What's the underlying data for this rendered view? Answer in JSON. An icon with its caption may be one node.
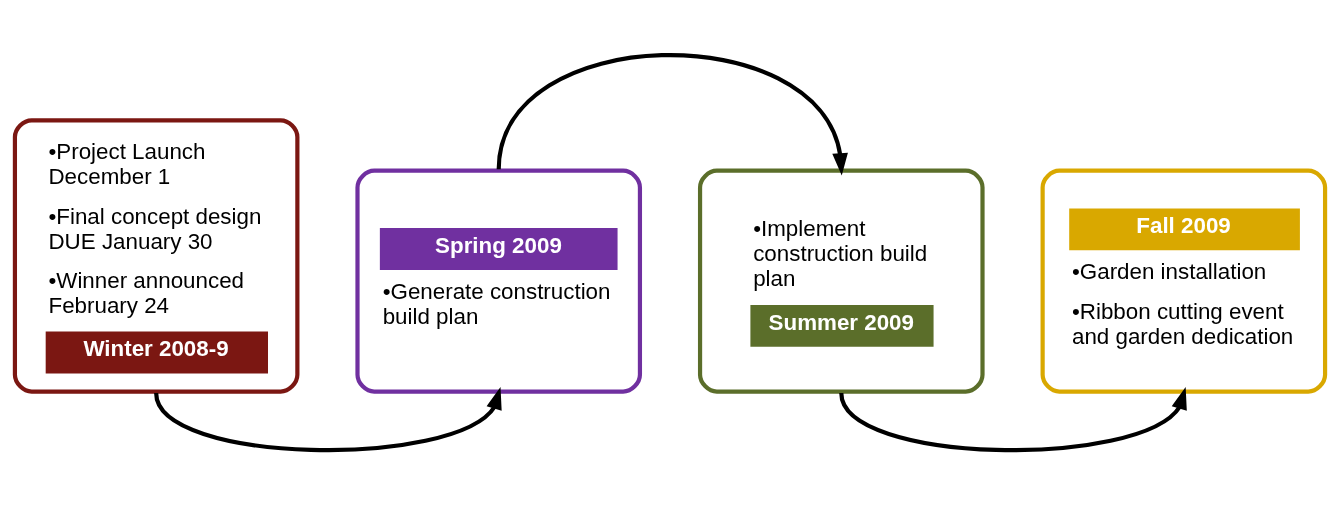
{
  "diagram": {
    "nodes": [
      {
        "text": [
          "•Project Launch December 1",
          "•Final concept design DUE January 30",
          "•Winner announced February 24",
          "Winter 2008-9"
        ]
      },
      {
        "text": [
          "Spring 2009",
          "•Generate construction build plan"
        ]
      },
      {
        "text": [
          "•Implement construction build plan",
          "Summer 2009"
        ]
      },
      {
        "text": [
          "Fall 2009",
          "•Garden installation",
          "•Ribbon cutting event and garden dedication"
        ]
      }
    ],
    "edges": [
      {
        "from": 0,
        "to": 1,
        "arrow": "to"
      },
      {
        "from": 1,
        "to": 2,
        "arrow": "to"
      },
      {
        "from": 2,
        "to": 3,
        "arrow": "to"
      }
    ]
  }
}
